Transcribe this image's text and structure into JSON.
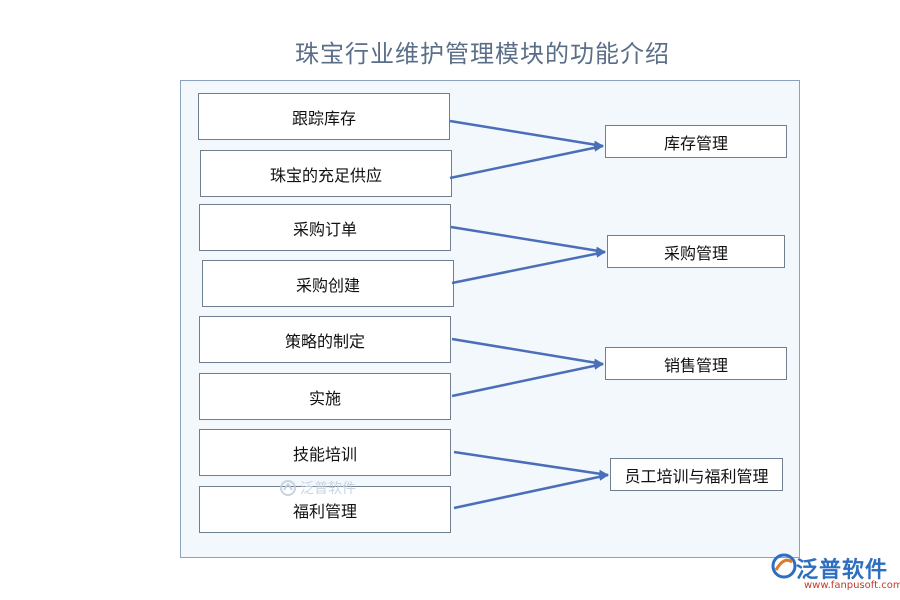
{
  "title": "珠宝行业维护管理模块的功能介绍",
  "sources": [
    "跟踪库存",
    "珠宝的充足供应",
    "采购订单",
    "采购创建",
    "策略的制定",
    "实施",
    "技能培训",
    "福利管理"
  ],
  "targets": [
    "库存管理",
    "采购管理",
    "销售管理",
    "员工培训与福利管理"
  ],
  "colors": {
    "arrow": "#4a6fb8",
    "box_border": "#6f7f90",
    "panel_border": "#8aa2bd"
  },
  "watermark": {
    "center_text": "泛普软件",
    "brand": "泛普软件",
    "url": "www.fanpusoft.com"
  }
}
